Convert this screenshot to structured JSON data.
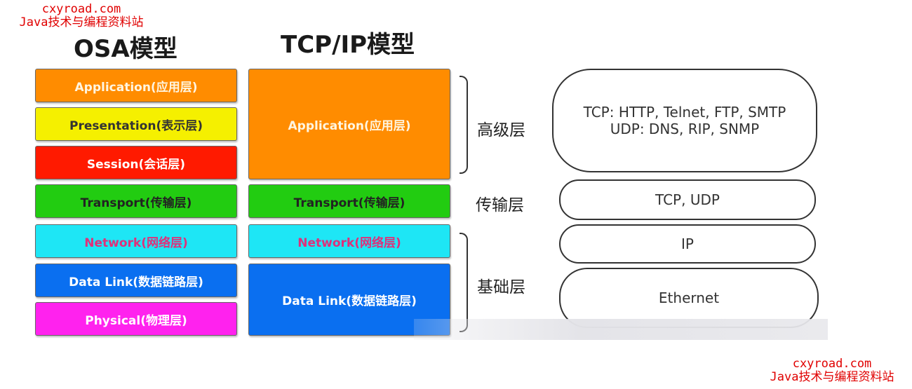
{
  "watermark": {
    "site": "cxyroad.com",
    "text": "Java技术与编程资料站"
  },
  "osi": {
    "title": "OSA模型",
    "layers": [
      {
        "label": "Application(应用层)",
        "color": "#ff8c00",
        "text": "#fff5e0"
      },
      {
        "label": "Presentation(表示层)",
        "color": "#f5f000",
        "text": "#333"
      },
      {
        "label": "Session(会话层)",
        "color": "#ff1a00",
        "text": "#fff"
      },
      {
        "label": "Transport(传输层)",
        "color": "#22cc11",
        "text": "#222"
      },
      {
        "label": "Network(网络层)",
        "color": "#1ee6f5",
        "text": "#e0307a"
      },
      {
        "label": "Data Link(数据链路层)",
        "color": "#0a6ff0",
        "text": "#fff"
      },
      {
        "label": "Physical(物理层)",
        "color": "#ff22ee",
        "text": "#fff"
      }
    ]
  },
  "tcpip": {
    "title": "TCP/IP模型",
    "layers": [
      {
        "label": "Application(应用层)"
      },
      {
        "label": "Transport(传输层)"
      },
      {
        "label": "Network(网络层)"
      },
      {
        "label": "Data Link(数据链路层)"
      }
    ]
  },
  "groups": {
    "high": "高级层",
    "transport": "传输层",
    "base": "基础层"
  },
  "protocols": {
    "app_tcp": "TCP: HTTP, Telnet, FTP, SMTP",
    "app_udp": "UDP: DNS, RIP, SNMP",
    "transport": "TCP, UDP",
    "network": "IP",
    "link": "Ethernet"
  }
}
